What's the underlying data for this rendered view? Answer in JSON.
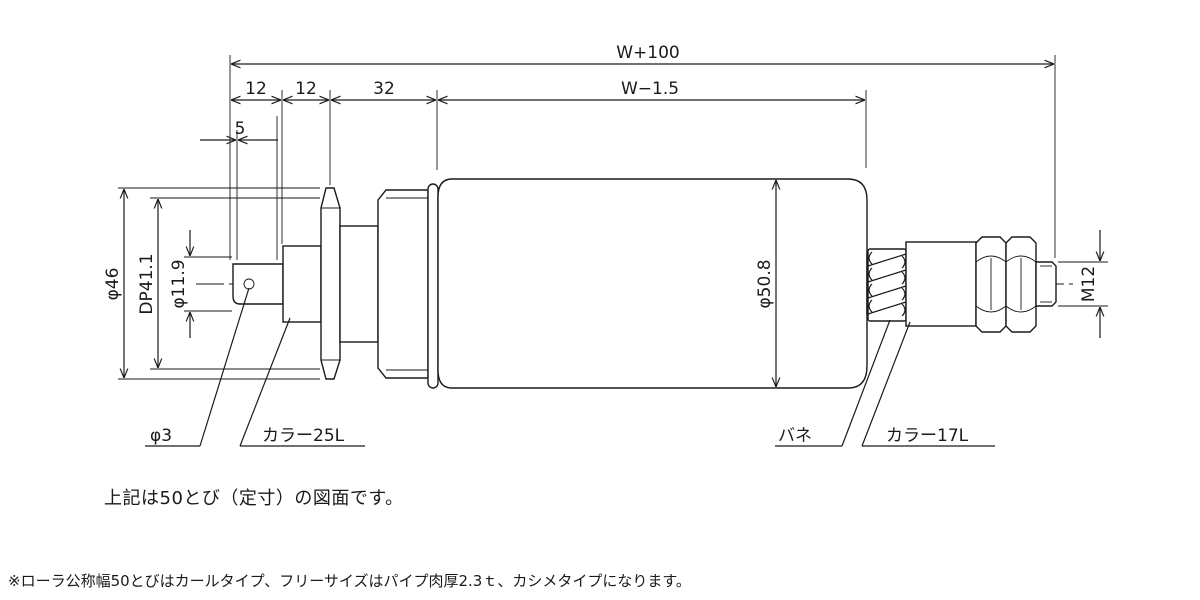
{
  "dimensions": {
    "overall": "W+100",
    "seg1": "12",
    "seg2": "12",
    "seg3": "32",
    "body_len": "W−1.5",
    "seg_small": "5",
    "dia46": "φ46",
    "dp": "DP41.1",
    "dia11": "φ11.9",
    "dia50": "φ50.8",
    "thread": "M12"
  },
  "labels": {
    "hole": "φ3",
    "collar_left": "カラー25L",
    "spring": "バネ",
    "collar_right": "カラー17L"
  },
  "notes": {
    "caption": "上記は50とび（定寸）の図面です。",
    "footnote": "※ローラ公称幅50とびはカールタイプ、フリーサイズはパイプ肉厚2.3ｔ、カシメタイプになります。"
  }
}
